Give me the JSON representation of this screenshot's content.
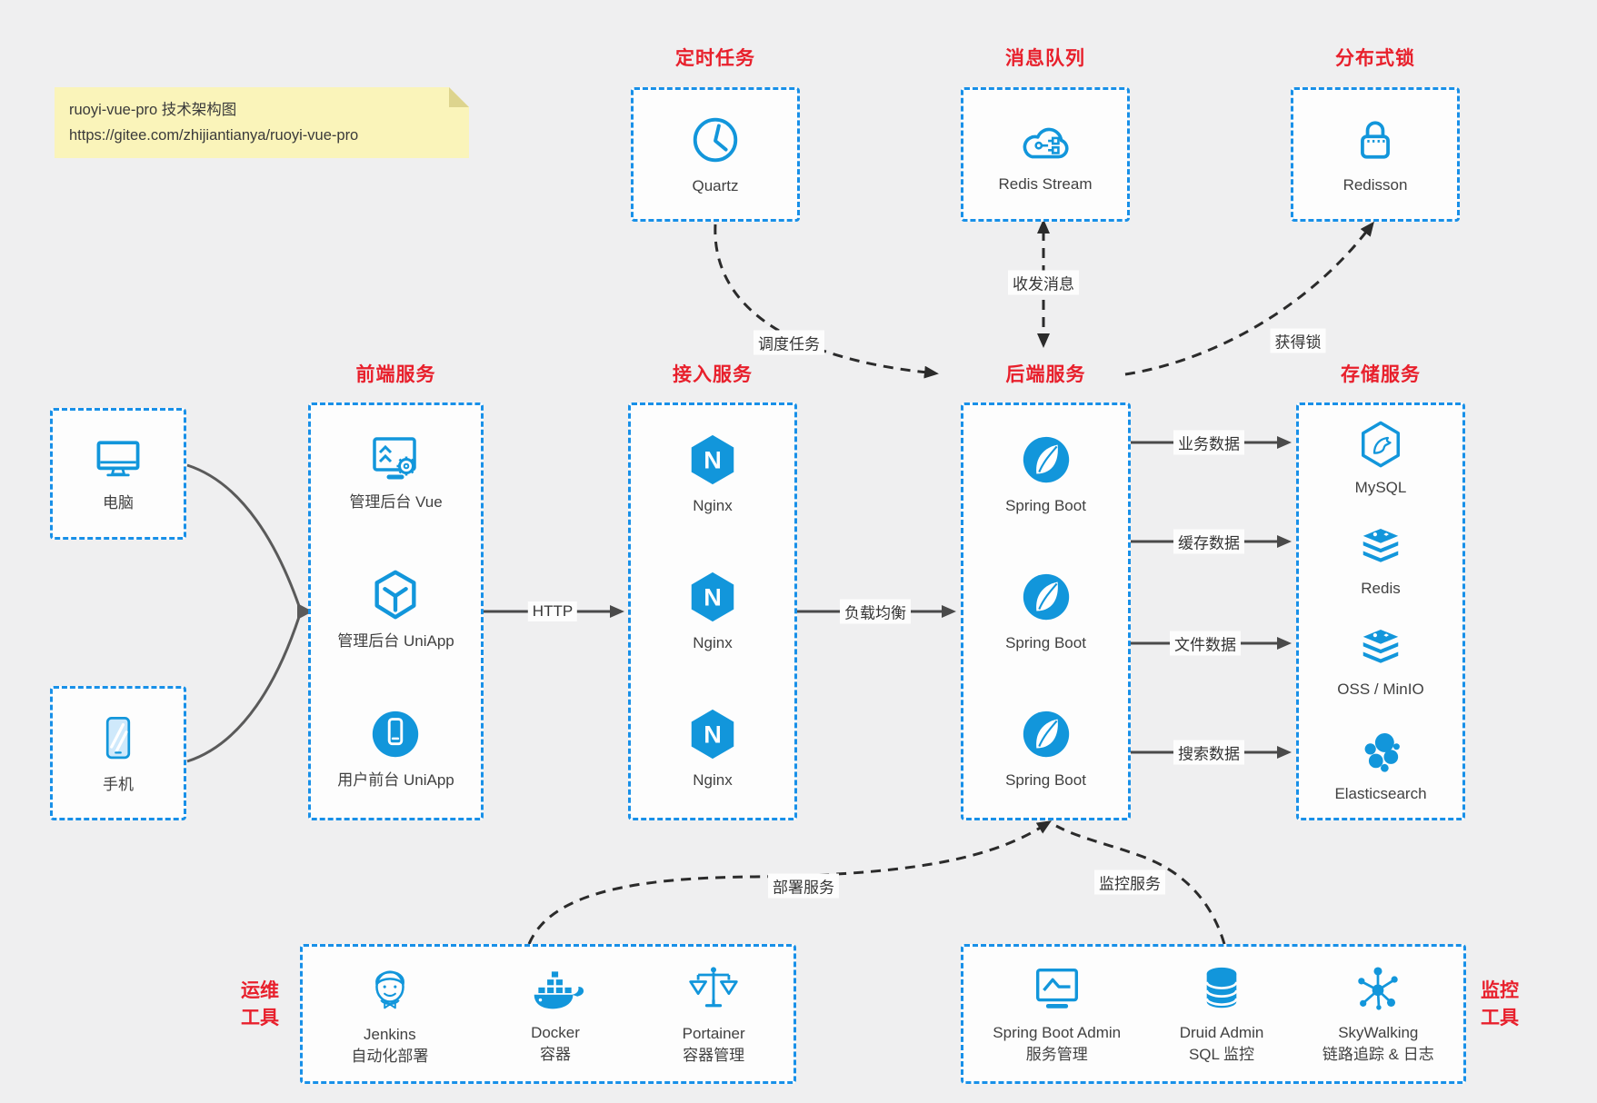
{
  "page": {
    "background_color": "#efeff0",
    "accent_blue": "#1296db",
    "border_blue": "#1890e8",
    "accent_red": "#e8202c"
  },
  "note": {
    "line1": "ruoyi-vue-pro 技术架构图",
    "line2": "https://gitee.com/zhijiantianya/ruoyi-vue-pro"
  },
  "top_groups": [
    {
      "title": "定时任务",
      "items": [
        {
          "label": "Quartz",
          "icon": "clock-icon"
        }
      ]
    },
    {
      "title": "消息队列",
      "items": [
        {
          "label": "Redis Stream",
          "icon": "cloud-stream-icon"
        }
      ]
    },
    {
      "title": "分布式锁",
      "items": [
        {
          "label": "Redisson",
          "icon": "lock-icon"
        }
      ]
    }
  ],
  "clients": [
    {
      "label": "电脑",
      "icon": "desktop-icon"
    },
    {
      "label": "手机",
      "icon": "smartphone-icon"
    }
  ],
  "columns": [
    {
      "title": "前端服务",
      "items": [
        {
          "label": "管理后台 Vue",
          "icon": "admin-vue-icon"
        },
        {
          "label": "管理后台 UniApp",
          "icon": "uniapp-cube-icon"
        },
        {
          "label": "用户前台 UniApp",
          "icon": "user-app-icon"
        }
      ]
    },
    {
      "title": "接入服务",
      "items": [
        {
          "label": "Nginx",
          "icon": "nginx-icon"
        },
        {
          "label": "Nginx",
          "icon": "nginx-icon"
        },
        {
          "label": "Nginx",
          "icon": "nginx-icon"
        }
      ]
    },
    {
      "title": "后端服务",
      "items": [
        {
          "label": "Spring Boot",
          "icon": "spring-icon"
        },
        {
          "label": "Spring Boot",
          "icon": "spring-icon"
        },
        {
          "label": "Spring Boot",
          "icon": "spring-icon"
        }
      ]
    },
    {
      "title": "存储服务",
      "items": [
        {
          "label": "MySQL",
          "icon": "mysql-icon"
        },
        {
          "label": "Redis",
          "icon": "redis-stack-icon"
        },
        {
          "label": "OSS / MinIO",
          "icon": "oss-stack-icon"
        },
        {
          "label": "Elasticsearch",
          "icon": "elasticsearch-icon"
        }
      ]
    }
  ],
  "bottom_groups": [
    {
      "side_label": [
        "运维",
        "工具"
      ],
      "items": [
        {
          "line1": "Jenkins",
          "line2": "自动化部署",
          "icon": "jenkins-icon"
        },
        {
          "line1": "Docker",
          "line2": "容器",
          "icon": "docker-icon"
        },
        {
          "line1": "Portainer",
          "line2": "容器管理",
          "icon": "portainer-icon"
        }
      ]
    },
    {
      "side_label": [
        "监控",
        "工具"
      ],
      "items": [
        {
          "line1": "Spring Boot Admin",
          "line2": "服务管理",
          "icon": "monitor-chart-icon"
        },
        {
          "line1": "Druid Admin",
          "line2": "SQL 监控",
          "icon": "database-icon"
        },
        {
          "line1": "SkyWalking",
          "line2": "链路追踪 & 日志",
          "icon": "network-nodes-icon"
        }
      ]
    }
  ],
  "edge_labels": {
    "http": "HTTP",
    "load_balance": "负载均衡",
    "business": "业务数据",
    "cache": "缓存数据",
    "file": "文件数据",
    "search": "搜索数据",
    "schedule": "调度任务",
    "message": "收发消息",
    "lock": "获得锁",
    "deploy": "部署服务",
    "monitor": "监控服务"
  }
}
